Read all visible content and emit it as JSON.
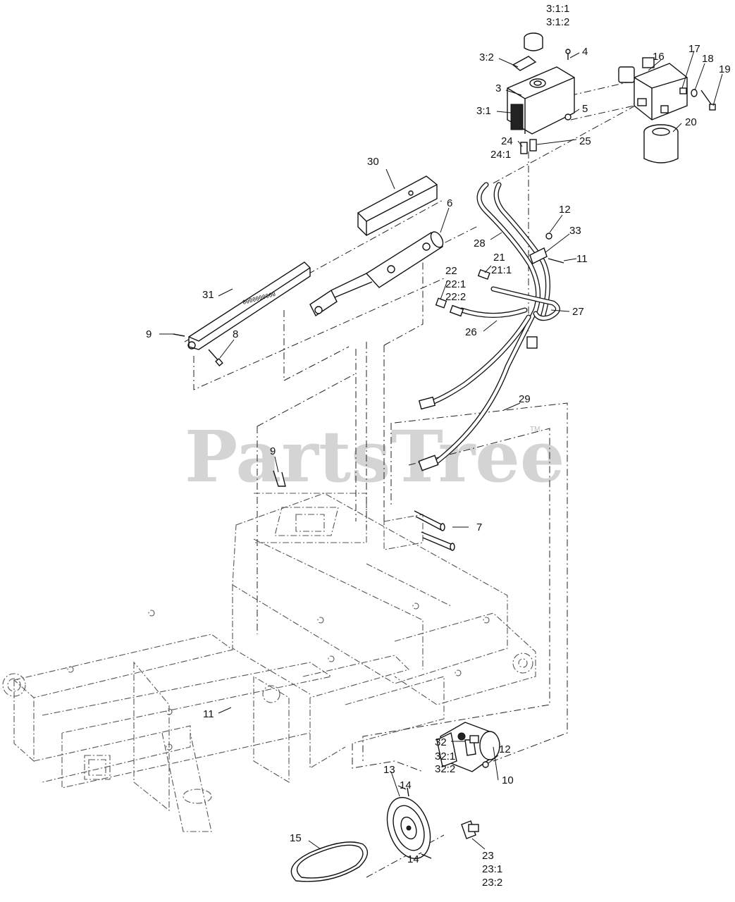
{
  "watermark": {
    "text": "PartsTree",
    "tm": "TM"
  },
  "callouts": {
    "c3_1_1": "3:1:1",
    "c3_1_2": "3:1:2",
    "c3_2": "3:2",
    "c3": "3",
    "c3_1": "3:1",
    "c4": "4",
    "c5": "5",
    "c16": "16",
    "c17": "17",
    "c18": "18",
    "c19": "19",
    "c20": "20",
    "c24": "24",
    "c24_1": "24:1",
    "c25": "25",
    "c30": "30",
    "c6": "6",
    "c12a": "12",
    "c33": "33",
    "c28": "28",
    "c11a": "11",
    "c21": "21",
    "c21_1": "21:1",
    "c22": "22",
    "c22_1": "22:1",
    "c22_2": "22:2",
    "c31": "31",
    "c9a": "9",
    "c8": "8",
    "c27": "27",
    "c26": "26",
    "c29": "29",
    "c9b": "9",
    "c7": "7",
    "c11b": "11",
    "c32": "32",
    "c32_1": "32:1",
    "c32_2": "32:2",
    "c12b": "12",
    "c10": "10",
    "c14a": "14",
    "c13": "13",
    "c15": "15",
    "c14b": "14",
    "c23": "23",
    "c23_1": "23:1",
    "c23_2": "23:2"
  }
}
